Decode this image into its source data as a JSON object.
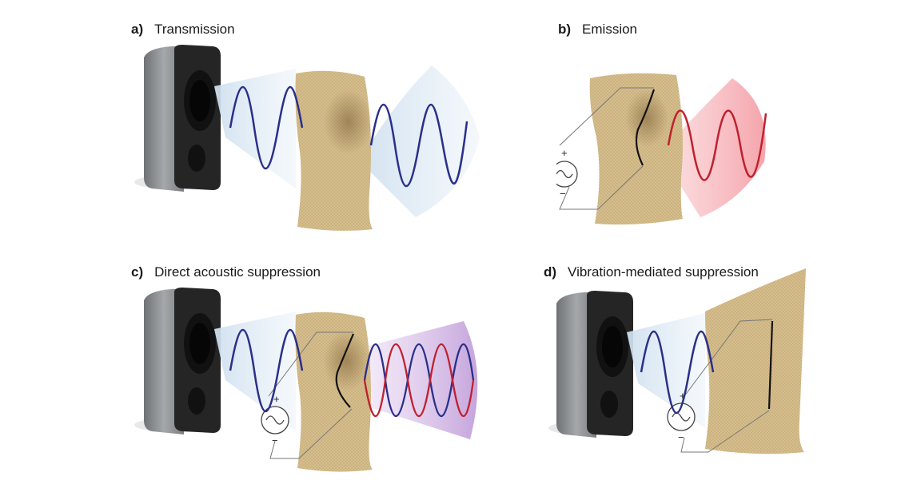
{
  "panels": [
    {
      "letter": "a)",
      "title": "Transmission"
    },
    {
      "letter": "b)",
      "title": "Emission"
    },
    {
      "letter": "c)",
      "title": "Direct acoustic suppression"
    },
    {
      "letter": "d)",
      "title": "Vibration-mediated suppression"
    }
  ],
  "signs": {
    "plus": "+",
    "minus": "−"
  },
  "colors": {
    "incident_wave": "#2a2f8a",
    "emitted_wave": "#c0202e",
    "fabric": "#d2b98a",
    "speaker_body": "#222222",
    "speaker_side": "#8f9296",
    "cone_blue": "#cfe0ef",
    "cone_red": "#f6b5b9",
    "cone_purple": "#c8a9dd"
  },
  "icons": [
    "speaker-icon",
    "fabric-icon",
    "ac-source-icon",
    "wave-icon"
  ]
}
